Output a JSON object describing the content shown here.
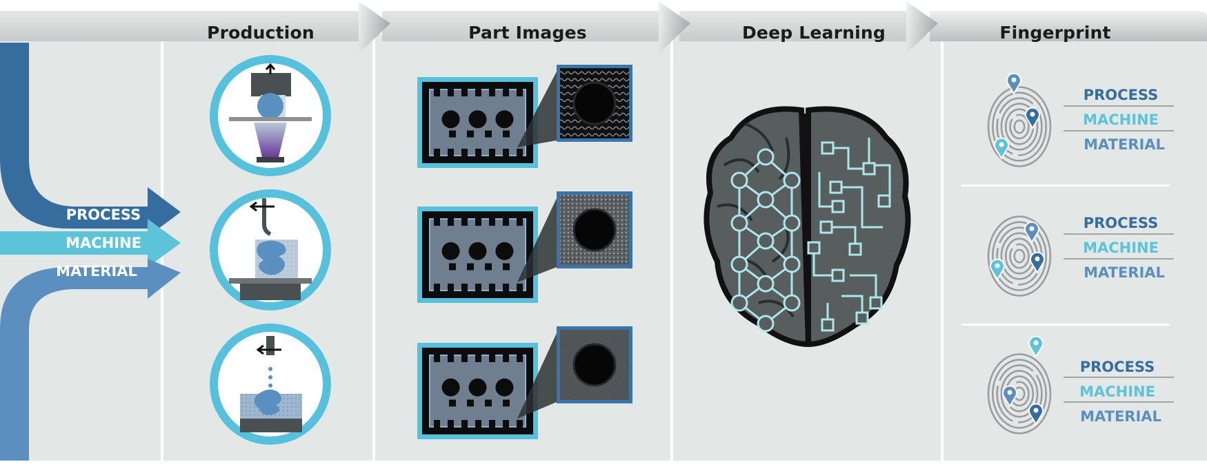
{
  "headers": {
    "production": "Production",
    "part_images": "Part Images",
    "deep_learning": "Deep Learning",
    "fingerprint": "Fingerprint"
  },
  "inputs": {
    "process": "PROCESS",
    "machine": "MACHINE",
    "material": "MATERIAL"
  },
  "fingerprints": [
    {
      "process": "PROCESS",
      "machine": "MACHINE",
      "material": "MATERIAL"
    },
    {
      "process": "PROCESS",
      "machine": "MACHINE",
      "material": "MATERIAL"
    },
    {
      "process": "PROCESS",
      "machine": "MACHINE",
      "material": "MATERIAL"
    }
  ],
  "colors": {
    "panel": "#e3e7e5",
    "header_band": "#c4c6c6",
    "process": "#356d9f",
    "machine": "#5dc3d8",
    "material": "#5b8fbf",
    "cyan_ring": "#56c1dd",
    "brain_dark": "#585d5e",
    "circuit": "#aee6ee"
  },
  "icons": [
    "up-arrow-icon",
    "left-arrow-icon",
    "location-pin-icon",
    "fingerprint-icon",
    "brain-icon"
  ]
}
